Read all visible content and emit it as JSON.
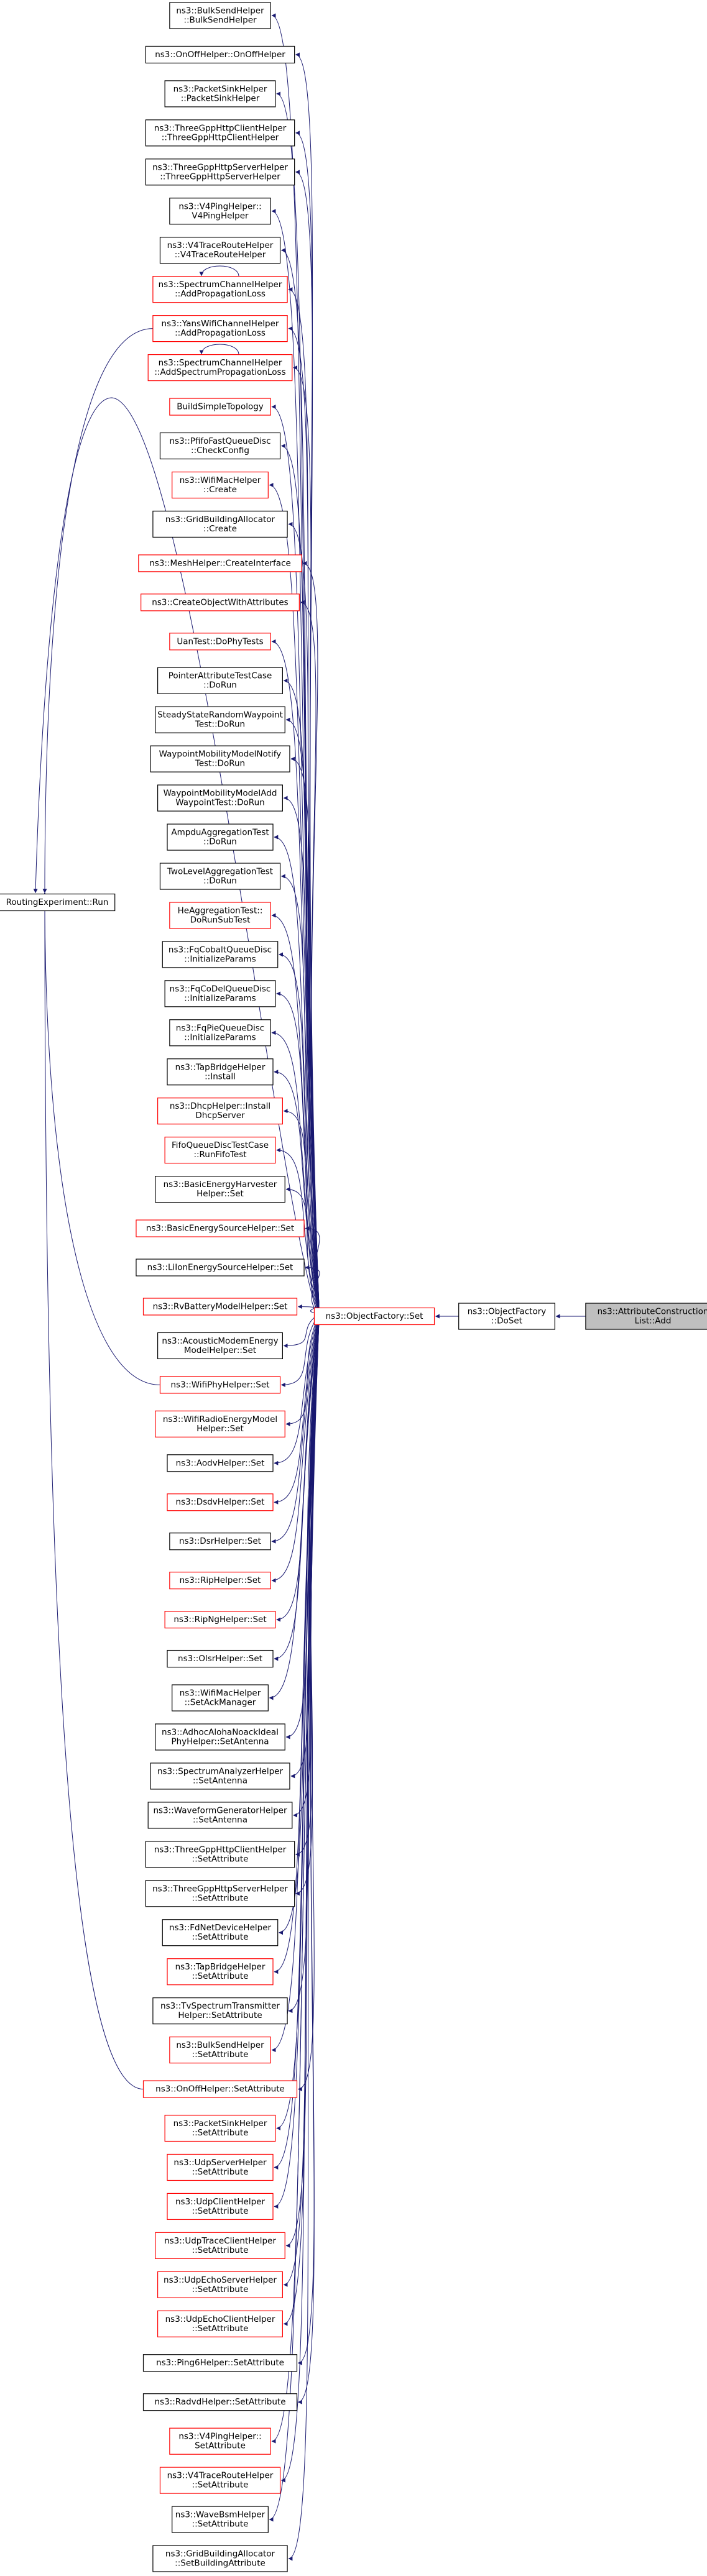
{
  "graph": {
    "root": {
      "label": [
        "ns3::AttributeConstruction",
        "List::Add"
      ],
      "fill": "#bfbfbf",
      "border": "#000000"
    },
    "dosset": {
      "label": [
        "ns3::ObjectFactory",
        "::DoSet"
      ],
      "border": "#000000"
    },
    "set": {
      "label": [
        "ns3::ObjectFactory::Set"
      ],
      "border": "#ff0000"
    },
    "routing": {
      "label": [
        "RoutingExperiment::Run"
      ],
      "border": "#000000"
    },
    "edge_color": "#191970",
    "callers": [
      {
        "label": [
          "ns3::BulkSendHelper",
          "::BulkSendHelper"
        ],
        "border": "#000000"
      },
      {
        "label": [
          "ns3::OnOffHelper::OnOffHelper"
        ],
        "border": "#000000"
      },
      {
        "label": [
          "ns3::PacketSinkHelper",
          "::PacketSinkHelper"
        ],
        "border": "#000000"
      },
      {
        "label": [
          "ns3::ThreeGppHttpClientHelper",
          "::ThreeGppHttpClientHelper"
        ],
        "border": "#000000"
      },
      {
        "label": [
          "ns3::ThreeGppHttpServerHelper",
          "::ThreeGppHttpServerHelper"
        ],
        "border": "#000000"
      },
      {
        "label": [
          "ns3::V4PingHelper::",
          "V4PingHelper"
        ],
        "border": "#000000"
      },
      {
        "label": [
          "ns3::V4TraceRouteHelper",
          "::V4TraceRouteHelper"
        ],
        "border": "#000000"
      },
      {
        "label": [
          "ns3::SpectrumChannelHelper",
          "::AddPropagationLoss"
        ],
        "border": "#ff0000",
        "selfloop": true
      },
      {
        "label": [
          "ns3::YansWifiChannelHelper",
          "::AddPropagationLoss"
        ],
        "border": "#ff0000",
        "fromRouting": true
      },
      {
        "label": [
          "ns3::SpectrumChannelHelper",
          "::AddSpectrumPropagationLoss"
        ],
        "border": "#ff0000",
        "selfloop": true
      },
      {
        "label": [
          "BuildSimpleTopology"
        ],
        "border": "#ff0000"
      },
      {
        "label": [
          "ns3::PfifoFastQueueDisc",
          "::CheckConfig"
        ],
        "border": "#000000"
      },
      {
        "label": [
          "ns3::WifiMacHelper",
          "::Create"
        ],
        "border": "#ff0000"
      },
      {
        "label": [
          "ns3::GridBuildingAllocator",
          "::Create"
        ],
        "border": "#000000"
      },
      {
        "label": [
          "ns3::MeshHelper::CreateInterface"
        ],
        "border": "#ff0000"
      },
      {
        "label": [
          "ns3::CreateObjectWithAttributes"
        ],
        "border": "#ff0000"
      },
      {
        "label": [
          "UanTest::DoPhyTests"
        ],
        "border": "#ff0000"
      },
      {
        "label": [
          "PointerAttributeTestCase",
          "::DoRun"
        ],
        "border": "#000000"
      },
      {
        "label": [
          "SteadyStateRandomWaypoint",
          "Test::DoRun"
        ],
        "border": "#000000"
      },
      {
        "label": [
          "WaypointMobilityModelNotify",
          "Test::DoRun"
        ],
        "border": "#000000"
      },
      {
        "label": [
          "WaypointMobilityModelAdd",
          "WaypointTest::DoRun"
        ],
        "border": "#000000"
      },
      {
        "label": [
          "AmpduAggregationTest",
          "::DoRun"
        ],
        "border": "#000000"
      },
      {
        "label": [
          "TwoLevelAggregationTest",
          "::DoRun"
        ],
        "border": "#000000"
      },
      {
        "label": [
          "HeAggregationTest::",
          "DoRunSubTest"
        ],
        "border": "#ff0000"
      },
      {
        "label": [
          "ns3::FqCobaltQueueDisc",
          "::InitializeParams"
        ],
        "border": "#000000"
      },
      {
        "label": [
          "ns3::FqCoDelQueueDisc",
          "::InitializeParams"
        ],
        "border": "#000000"
      },
      {
        "label": [
          "ns3::FqPieQueueDisc",
          "::InitializeParams"
        ],
        "border": "#000000"
      },
      {
        "label": [
          "ns3::TapBridgeHelper",
          "::Install"
        ],
        "border": "#000000"
      },
      {
        "label": [
          "ns3::DhcpHelper::Install",
          "DhcpServer"
        ],
        "border": "#ff0000"
      },
      {
        "label": [
          "FifoQueueDiscTestCase",
          "::RunFifoTest"
        ],
        "border": "#ff0000"
      },
      {
        "label": [
          "ns3::BasicEnergyHarvester",
          "Helper::Set"
        ],
        "border": "#000000"
      },
      {
        "label": [
          "ns3::BasicEnergySourceHelper::Set"
        ],
        "border": "#ff0000"
      },
      {
        "label": [
          "ns3::LiIonEnergySourceHelper::Set"
        ],
        "border": "#000000"
      },
      {
        "label": [
          "ns3::RvBatteryModelHelper::Set"
        ],
        "border": "#ff0000"
      },
      {
        "label": [
          "ns3::AcousticModemEnergy",
          "ModelHelper::Set"
        ],
        "border": "#000000"
      },
      {
        "label": [
          "ns3::WifiPhyHelper::Set"
        ],
        "border": "#ff0000",
        "fromRouting": true
      },
      {
        "label": [
          "ns3::WifiRadioEnergyModel",
          "Helper::Set"
        ],
        "border": "#ff0000"
      },
      {
        "label": [
          "ns3::AodvHelper::Set"
        ],
        "border": "#000000"
      },
      {
        "label": [
          "ns3::DsdvHelper::Set"
        ],
        "border": "#ff0000"
      },
      {
        "label": [
          "ns3::DsrHelper::Set"
        ],
        "border": "#000000"
      },
      {
        "label": [
          "ns3::RipHelper::Set"
        ],
        "border": "#ff0000"
      },
      {
        "label": [
          "ns3::RipNgHelper::Set"
        ],
        "border": "#ff0000"
      },
      {
        "label": [
          "ns3::OlsrHelper::Set"
        ],
        "border": "#000000"
      },
      {
        "label": [
          "ns3::WifiMacHelper",
          "::SetAckManager"
        ],
        "border": "#000000"
      },
      {
        "label": [
          "ns3::AdhocAlohaNoackIdeal",
          "PhyHelper::SetAntenna"
        ],
        "border": "#000000"
      },
      {
        "label": [
          "ns3::SpectrumAnalyzerHelper",
          "::SetAntenna"
        ],
        "border": "#000000"
      },
      {
        "label": [
          "ns3::WaveformGeneratorHelper",
          "::SetAntenna"
        ],
        "border": "#000000"
      },
      {
        "label": [
          "ns3::ThreeGppHttpClientHelper",
          "::SetAttribute"
        ],
        "border": "#000000"
      },
      {
        "label": [
          "ns3::ThreeGppHttpServerHelper",
          "::SetAttribute"
        ],
        "border": "#000000"
      },
      {
        "label": [
          "ns3::FdNetDeviceHelper",
          "::SetAttribute"
        ],
        "border": "#000000"
      },
      {
        "label": [
          "ns3::TapBridgeHelper",
          "::SetAttribute"
        ],
        "border": "#ff0000"
      },
      {
        "label": [
          "ns3::TvSpectrumTransmitter",
          "Helper::SetAttribute"
        ],
        "border": "#000000"
      },
      {
        "label": [
          "ns3::BulkSendHelper",
          "::SetAttribute"
        ],
        "border": "#ff0000"
      },
      {
        "label": [
          "ns3::OnOffHelper::SetAttribute"
        ],
        "border": "#ff0000",
        "fromRouting": true
      },
      {
        "label": [
          "ns3::PacketSinkHelper",
          "::SetAttribute"
        ],
        "border": "#ff0000"
      },
      {
        "label": [
          "ns3::UdpServerHelper",
          "::SetAttribute"
        ],
        "border": "#ff0000"
      },
      {
        "label": [
          "ns3::UdpClientHelper",
          "::SetAttribute"
        ],
        "border": "#ff0000"
      },
      {
        "label": [
          "ns3::UdpTraceClientHelper",
          "::SetAttribute"
        ],
        "border": "#ff0000"
      },
      {
        "label": [
          "ns3::UdpEchoServerHelper",
          "::SetAttribute"
        ],
        "border": "#ff0000"
      },
      {
        "label": [
          "ns3::UdpEchoClientHelper",
          "::SetAttribute"
        ],
        "border": "#ff0000"
      },
      {
        "label": [
          "ns3::Ping6Helper::SetAttribute"
        ],
        "border": "#000000"
      },
      {
        "label": [
          "ns3::RadvdHelper::SetAttribute"
        ],
        "border": "#000000"
      },
      {
        "label": [
          "ns3::V4PingHelper::",
          "SetAttribute"
        ],
        "border": "#ff0000"
      },
      {
        "label": [
          "ns3::V4TraceRouteHelper",
          "::SetAttribute"
        ],
        "border": "#ff0000"
      },
      {
        "label": [
          "ns3::WaveBsmHelper",
          "::SetAttribute"
        ],
        "border": "#000000"
      },
      {
        "label": [
          "ns3::GridBuildingAllocator",
          "::SetBuildingAttribute"
        ],
        "border": "#000000"
      }
    ]
  }
}
